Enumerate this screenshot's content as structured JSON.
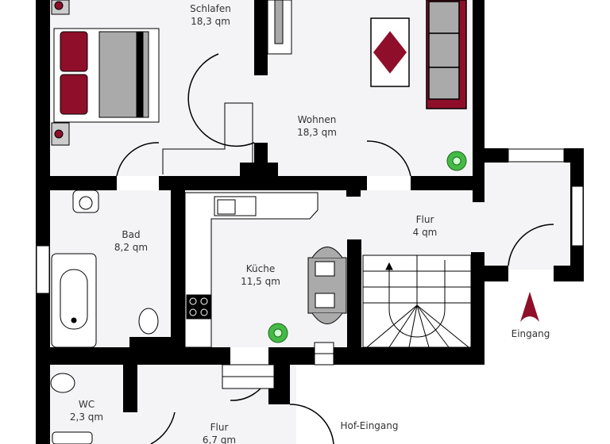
{
  "rooms": [
    {
      "name": "Schlafen",
      "area": "18,3 qm"
    },
    {
      "name": "Wohnen",
      "area": "18,3 qm"
    },
    {
      "name": "Flur",
      "area": "4 qm"
    },
    {
      "name": "Bad",
      "area": "8,2 qm"
    },
    {
      "name": "Küche",
      "area": "11,5 qm"
    },
    {
      "name": "WC",
      "area": "2,3 qm"
    },
    {
      "name": "Flur",
      "area": "6,7 qm"
    }
  ],
  "entrances": {
    "main": "Eingang",
    "yard": "Hof-Eingang"
  },
  "colors": {
    "wall": "#000000",
    "floor": "#f4f4f6",
    "accent": "#8f0f2a",
    "plant": "#44bb44",
    "furniture_gray": "#aaaaaa"
  }
}
